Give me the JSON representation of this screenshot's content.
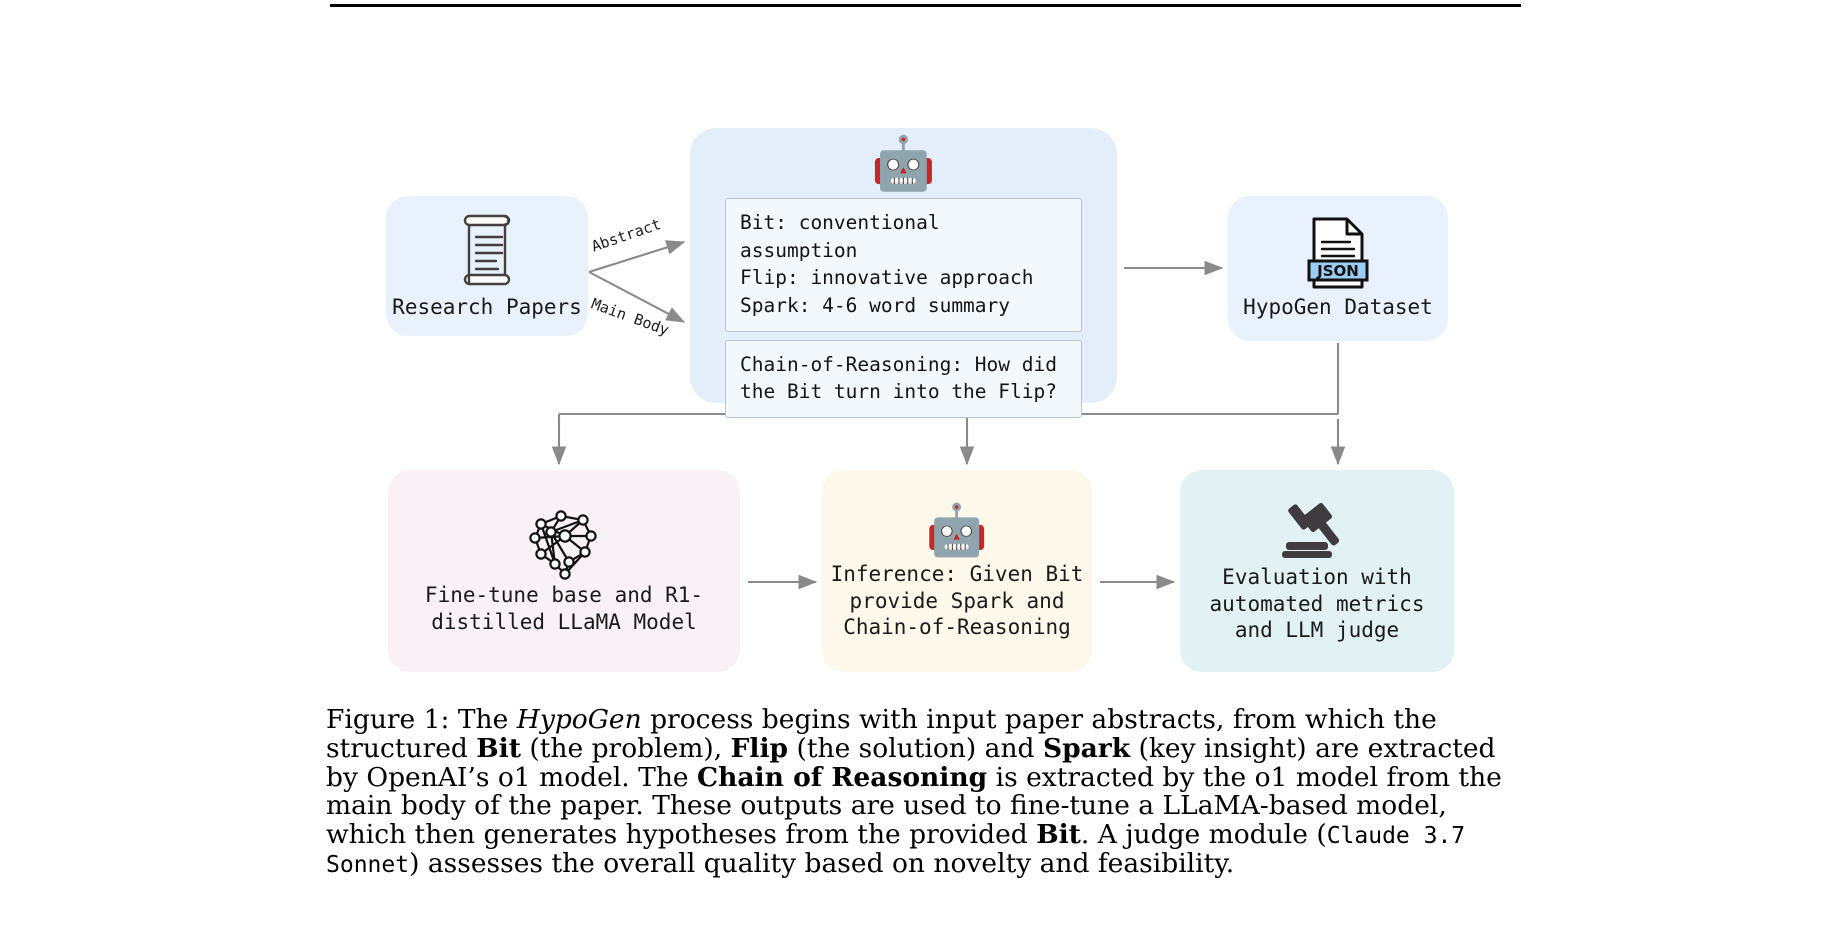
{
  "figure": {
    "nodes": {
      "papers": {
        "label": "Research Papers",
        "icon": "scroll-document-icon"
      },
      "extraction": {
        "icon": "robot-icon",
        "structured_box": "Bit: conventional assumption\nFlip: innovative approach\nSpark: 4-6 word summary",
        "reasoning_box": "Chain-of-Reasoning: How did\nthe Bit turn into the Flip?"
      },
      "dataset": {
        "label": "HypoGen Dataset",
        "icon": "json-file-icon",
        "icon_text": "JSON"
      },
      "finetune": {
        "label": "Fine-tune base and R1-\ndistilled LLaMA Model",
        "icon": "neural-network-icon"
      },
      "inference": {
        "label": "Inference: Given Bit\nprovide Spark and\nChain-of-Reasoning",
        "icon": "robot-icon"
      },
      "evaluation": {
        "label": "Evaluation with\nautomated metrics\nand LLM judge",
        "icon": "gavel-icon"
      }
    },
    "edges": {
      "abstract_label": "Abstract",
      "main_body_label": "Main Body"
    },
    "colors": {
      "papers_bg": "#e8f1fc",
      "extraction_bg": "#e4eefb",
      "dataset_bg": "#e8f1fc",
      "finetune_bg": "#f9f1f5",
      "inference_bg": "#fdf8e9",
      "evaluation_bg": "#e1f1f4",
      "arrow": "#8a8a8a",
      "json_badge": "#9ccdf5"
    }
  },
  "caption": {
    "prefix": "Figure 1: The ",
    "figure_name": "HypoGen",
    "seg1": " process begins with input paper abstracts, from which the structured ",
    "bit": "Bit",
    "seg2": " (the problem), ",
    "flip": "Flip",
    "seg3": " (the solution) and ",
    "spark": "Spark",
    "seg4": " (key insight) are extracted by OpenAI’s o1 model. The ",
    "chain": "Chain of Reasoning",
    "seg5": " is extracted by the o1 model from the main body of the paper. These outputs are used to fine-tune a LLaMA-based model, which then generates hypotheses from the provided ",
    "bit2": "Bit",
    "seg6": ". A judge module (",
    "judge_model": "Claude 3.7 Sonnet",
    "seg7": ") assesses the overall quality based on novelty and feasibility."
  }
}
